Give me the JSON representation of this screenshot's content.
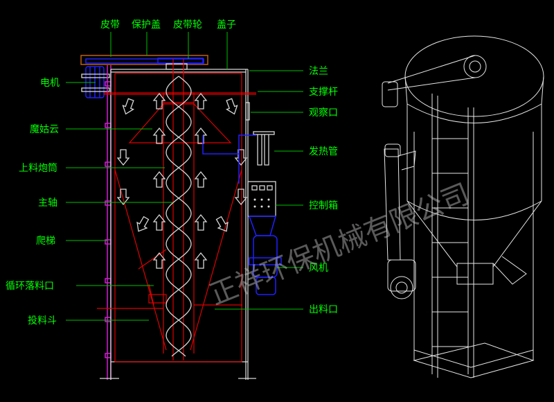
{
  "labels": {
    "top": {
      "belt": "皮带",
      "cover_guard": "保护盖",
      "pulley": "皮带轮",
      "lid": "盖子"
    },
    "left": {
      "motor": "电机",
      "mushroom_cloud": "魔姑云",
      "feed_tube": "上料炮筒",
      "main_shaft": "主轴",
      "ladder": "爬梯",
      "circulation_outlet": "循环落料口",
      "feed_hopper": "投料斗"
    },
    "right": {
      "flange": "法兰",
      "support_rod": "支撑杆",
      "observation_port": "观察口",
      "heating_tube": "发热管",
      "control_box": "控制箱",
      "fan": "风机",
      "discharge_port": "出料口"
    }
  },
  "watermark": "正祥环保机械有限公司",
  "colors": {
    "label": "#00ff00",
    "leader": "#00c000",
    "frame": "#d8d8d8",
    "inner": "#e00000",
    "blue": "#2020ff",
    "ladder": "#d020d0",
    "cover": "#c06010"
  }
}
